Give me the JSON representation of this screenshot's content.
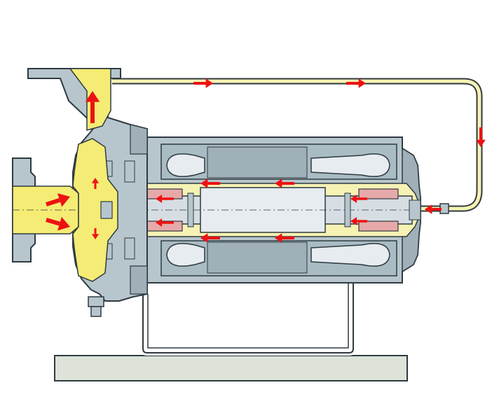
{
  "diagram": {
    "kind": "cutaway",
    "colors": {
      "background": "#ffffff",
      "casing": "#b7c6cd",
      "casing_dark": "#9fb0b8",
      "outline": "#2f3a40",
      "fluid": "#f4ec74",
      "pipe_fluid": "#f6f2b4",
      "rotor": "#d6dde3",
      "stator": "#a9bcc4",
      "winding": "#e6ecef",
      "bearing": "#e6a9a9",
      "base": "#dde3d8",
      "frame": "#ffffff",
      "arrow": "#ee1111"
    },
    "parts": [
      "inlet-flange",
      "discharge-nozzle",
      "pump-casing",
      "impeller",
      "recirculation-line",
      "motor-housing",
      "stator",
      "rotor",
      "front-bearing",
      "rear-bearing",
      "drain-plug",
      "support-frame",
      "base-plate"
    ],
    "flow_arrows": [
      "inlet-upper",
      "inlet-lower",
      "discharge-up",
      "recirc-top-left",
      "recirc-top-right",
      "recirc-down",
      "recirc-return",
      "rear-bearing-upper",
      "rear-bearing-lower",
      "gap-upper-right",
      "gap-upper-left",
      "gap-lower-right",
      "gap-lower-left",
      "front-bearing-upper",
      "front-bearing-lower",
      "impeller-upper",
      "impeller-lower"
    ]
  }
}
